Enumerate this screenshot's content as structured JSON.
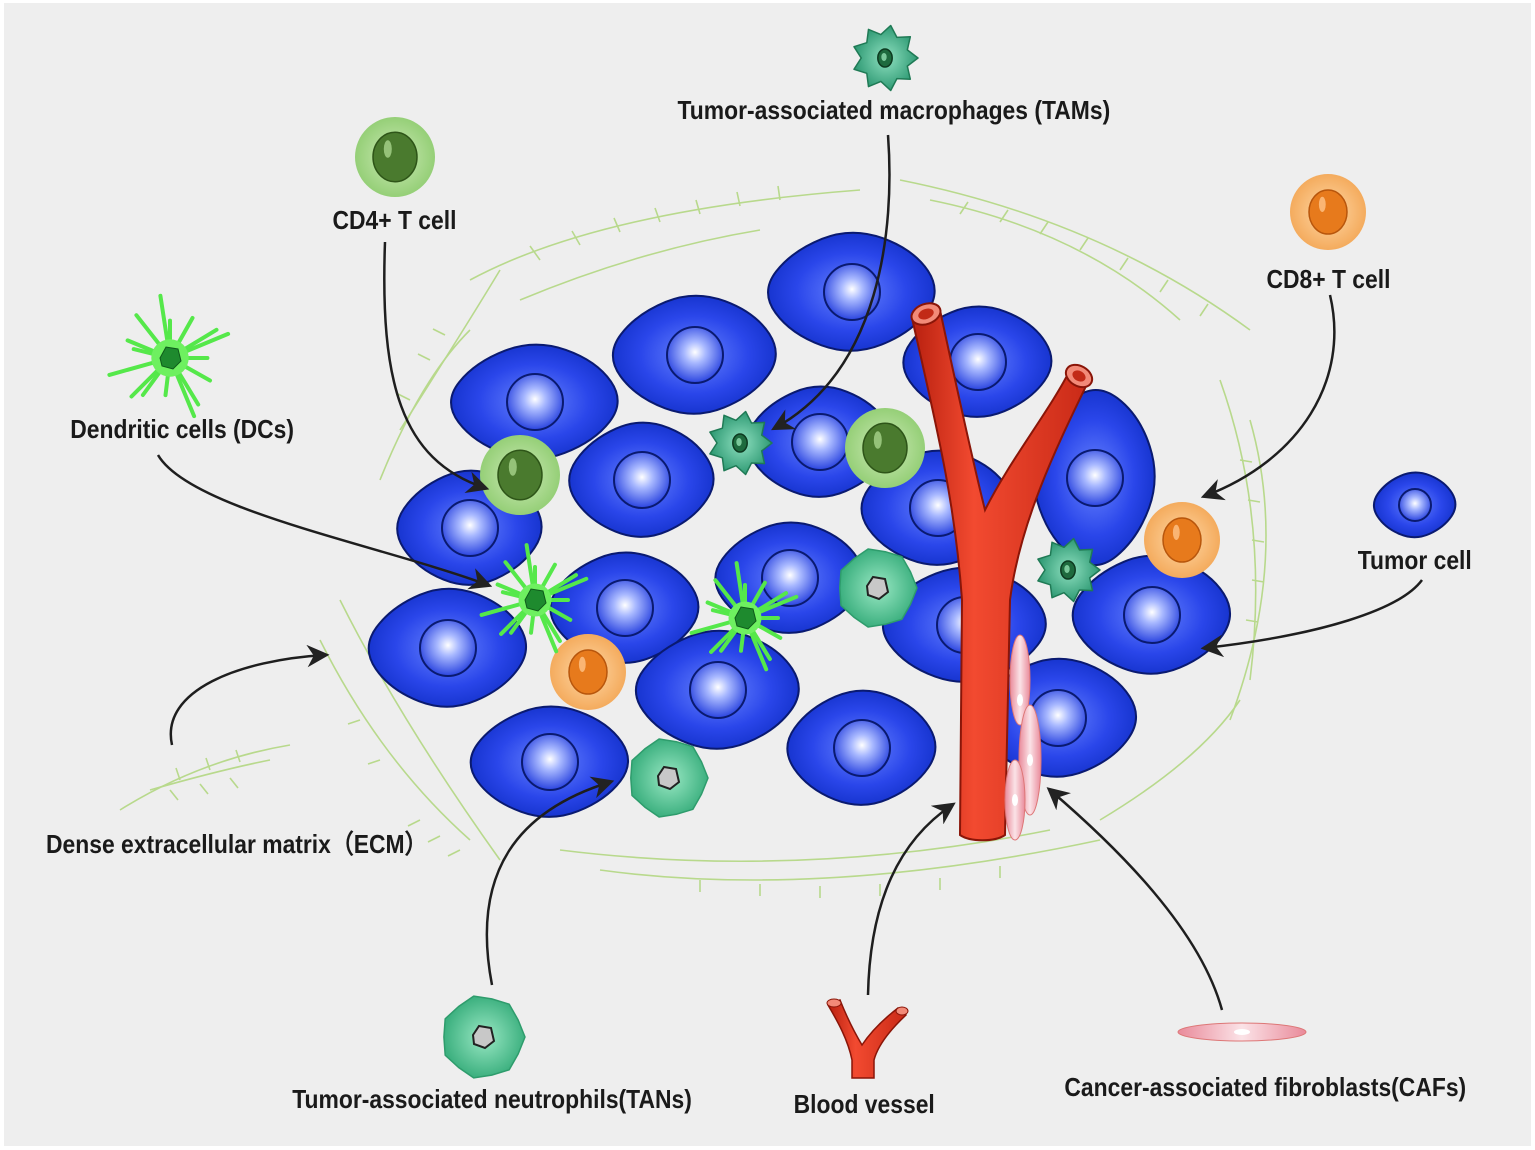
{
  "labels": {
    "tams": "Tumor-associated macrophages (TAMs)",
    "cd4": "CD4+ T cell",
    "cd8": "CD8+ T cell",
    "dcs": "Dendritic cells (DCs)",
    "tumor": "Tumor cell",
    "ecm": "Dense extracellular matrix（ECM）",
    "tans": "Tumor-associated neutrophils(TANs)",
    "vessel": "Blood vessel",
    "cafs": "Cancer-associated fibroblasts(CAFs)"
  },
  "colors": {
    "tumor_cell": "#1f3fe0",
    "cd4": "#a6d88a",
    "cd8": "#f5b46a",
    "dendritic": "#55e84a",
    "macrophage": "#3fae86",
    "neutrophil": "#52c38f",
    "vessel": "#e8412a",
    "fibroblast": "#f2a8b4",
    "ecm_fibers": "#b8d98c"
  }
}
